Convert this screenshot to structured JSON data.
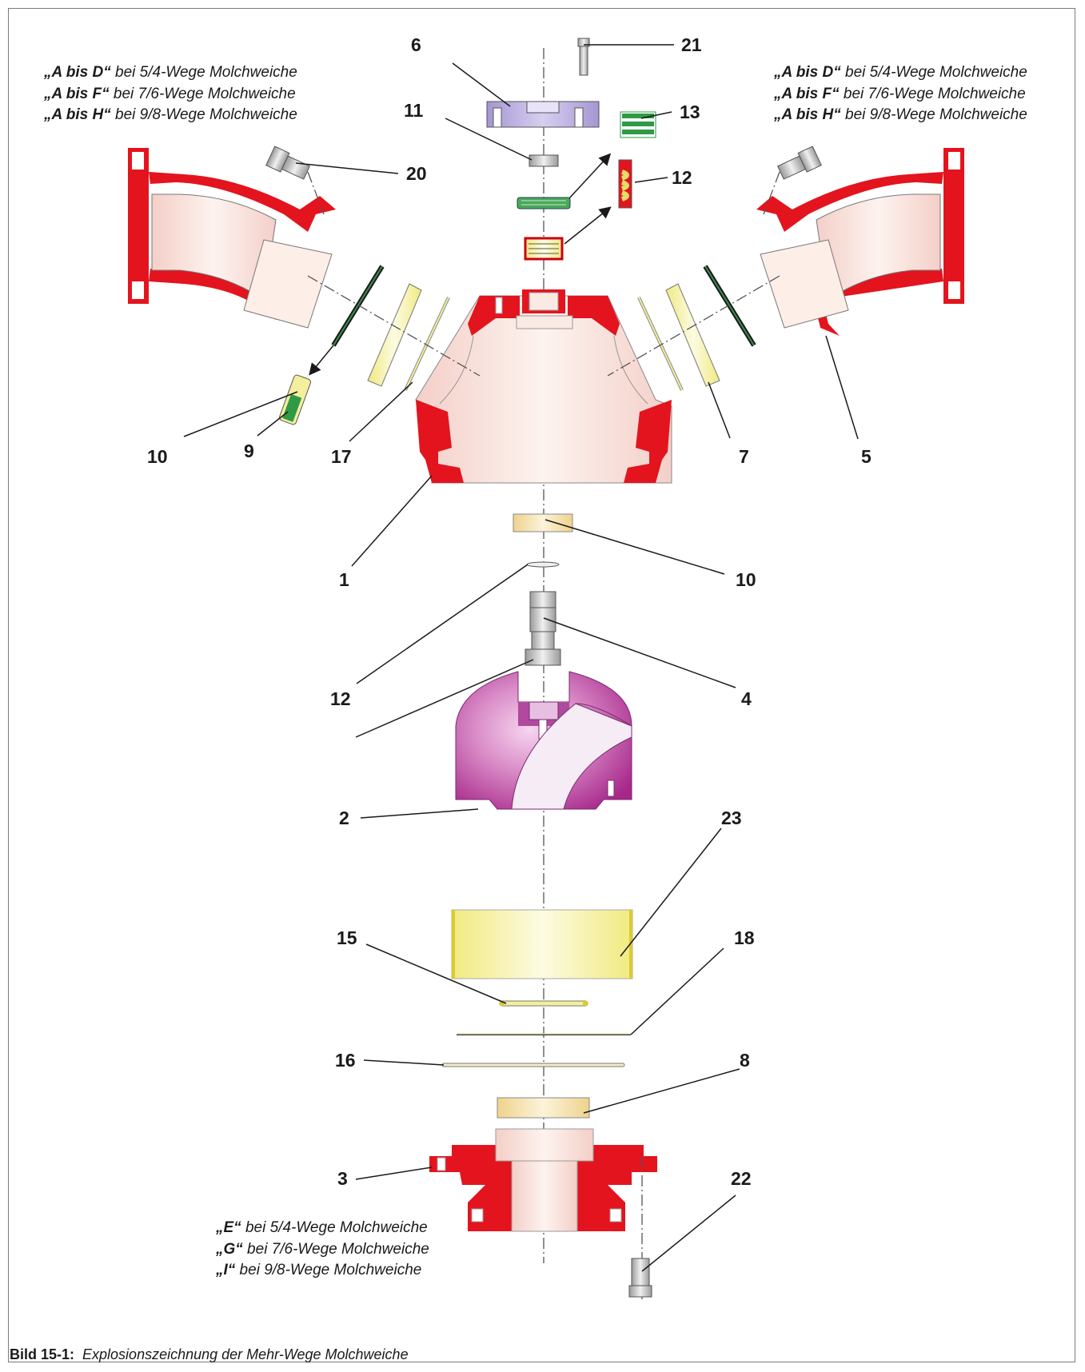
{
  "notes": {
    "top_left": [
      {
        "code": "„A bis D“",
        "text": " bei 5/4-Wege Molchweiche"
      },
      {
        "code": "„A bis F“",
        "text": " bei 7/6-Wege Molchweiche"
      },
      {
        "code": "„A bis H“",
        "text": " bei 9/8-Wege Molchweiche"
      }
    ],
    "top_right": [
      {
        "code": "„A bis D“",
        "text": " bei 5/4-Wege Molchweiche"
      },
      {
        "code": "„A bis F“",
        "text": " bei 7/6-Wege Molchweiche"
      },
      {
        "code": "„A bis H“",
        "text": " bei 9/8-Wege Molchweiche"
      }
    ],
    "bottom": [
      {
        "code": "„E“",
        "text": " bei 5/4-Wege Molchweiche"
      },
      {
        "code": "„G“",
        "text": " bei 7/6-Wege Molchweiche"
      },
      {
        "code": "„I“",
        "text": " bei 9/8-Wege Molchweiche"
      }
    ]
  },
  "part_numbers": {
    "p6": "6",
    "p21": "21",
    "p11": "11",
    "p13": "13",
    "p20": "20",
    "p12_top": "12",
    "p10_left": "10",
    "p9": "9",
    "p17": "17",
    "p7": "7",
    "p5": "5",
    "p1": "1",
    "p10_center": "10",
    "p12_center": "12",
    "p4": "4",
    "p2": "2",
    "p23": "23",
    "p15": "15",
    "p18": "18",
    "p16": "16",
    "p8": "8",
    "p3": "3",
    "p22": "22"
  },
  "caption": {
    "label": "Bild 15-1:",
    "text": "Explosionszeichnung der Mehr-Wege Molchweiche"
  },
  "colors": {
    "body_red": "#e3141e",
    "bore_pink": "#f7dcd8",
    "ball_magenta": "#b0358f",
    "seal_yellow": "#f4ef9c",
    "spring_green": "#2e9a45",
    "cover_lavender": "#b7a9d9",
    "bolt_grey": "#c9c9c9"
  }
}
